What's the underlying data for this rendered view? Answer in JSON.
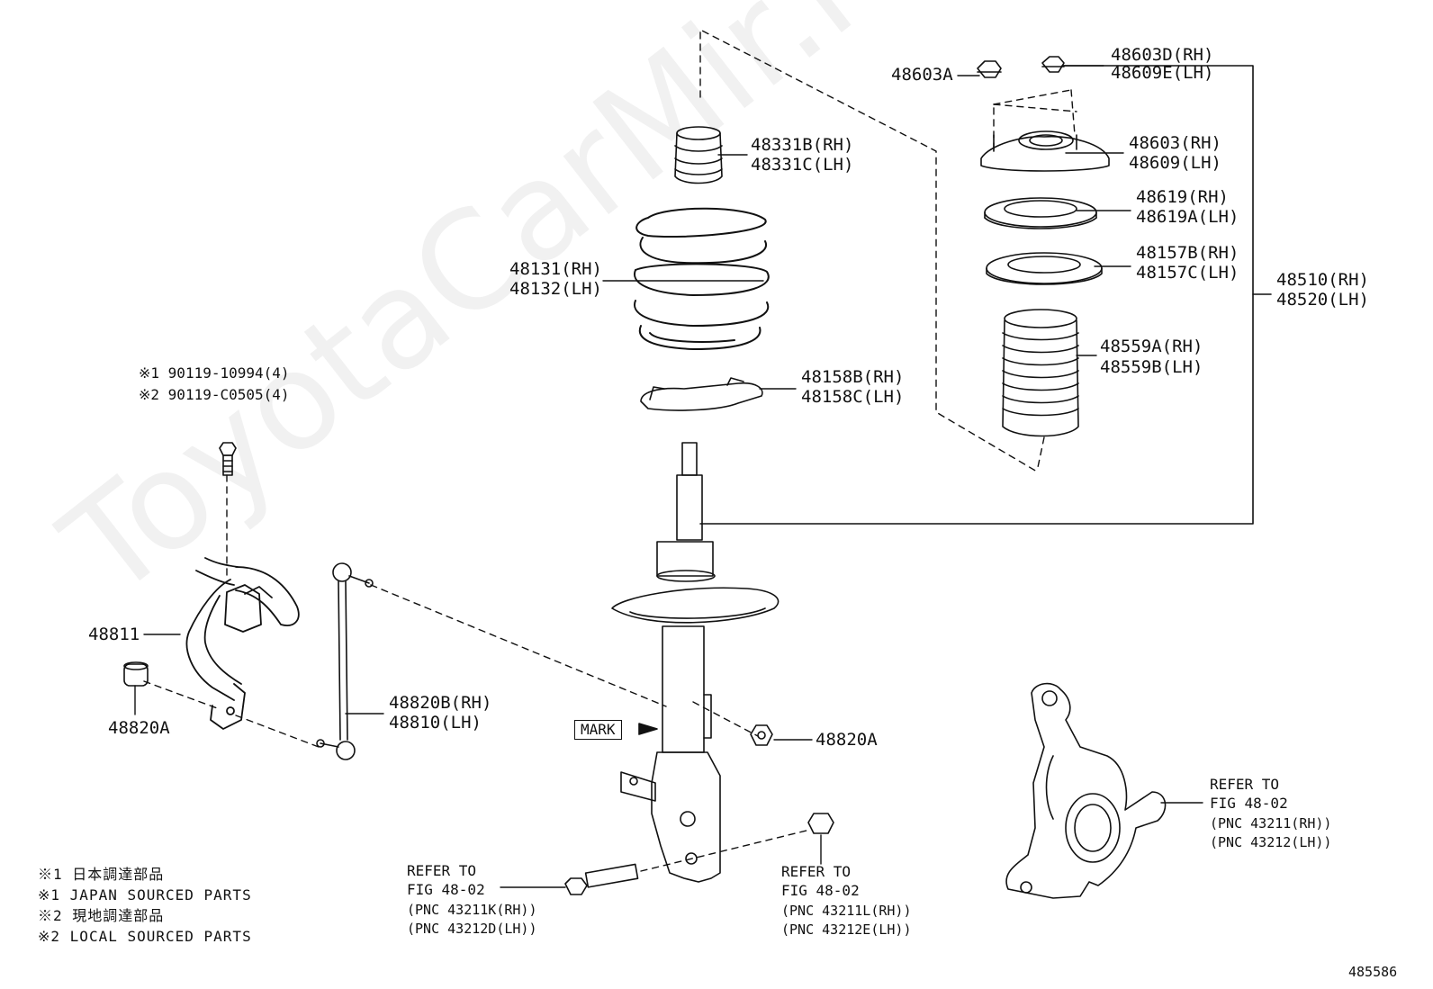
{
  "watermark": "ToyotaCarMir.ru",
  "figure_number": "485586",
  "mark_label": "MARK",
  "parts": {
    "p48603A": "48603A",
    "p48603D": "48603D(RH)",
    "p48609E": "48609E(LH)",
    "p48603": "48603(RH)",
    "p48609": "48609(LH)",
    "p48619": "48619(RH)",
    "p48619A": "48619A(LH)",
    "p48157B": "48157B(RH)",
    "p48157C": "48157C(LH)",
    "p48510": "48510(RH)",
    "p48520": "48520(LH)",
    "p48559A": "48559A(RH)",
    "p48559B": "48559B(LH)",
    "p48331B": "48331B(RH)",
    "p48331C": "48331C(LH)",
    "p48131": "48131(RH)",
    "p48132": "48132(LH)",
    "p48158B": "48158B(RH)",
    "p48158C": "48158C(LH)",
    "bolt1": "※1 90119-10994(4)",
    "bolt2": "※2 90119-C0505(4)",
    "p48811": "48811",
    "p48820A_left": "48820A",
    "p48820A_right": "48820A",
    "p48820B": "48820B(RH)",
    "p48810": "48810(LH)"
  },
  "refers": {
    "knuckle": [
      "REFER TO",
      "FIG 48-02",
      "(PNC 43211(RH))",
      "(PNC 43212(LH))"
    ],
    "bolt": [
      "REFER TO",
      "FIG 48-02",
      "(PNC 43211K(RH))",
      "(PNC 43212D(LH))"
    ],
    "nut": [
      "REFER TO",
      "FIG 48-02",
      "(PNC 43211L(RH))",
      "(PNC 43212E(LH))"
    ]
  },
  "notes": [
    "※1 日本調達部品",
    "※1 JAPAN SOURCED PARTS",
    "※2 現地調達部品",
    "※2 LOCAL SOURCED PARTS"
  ]
}
